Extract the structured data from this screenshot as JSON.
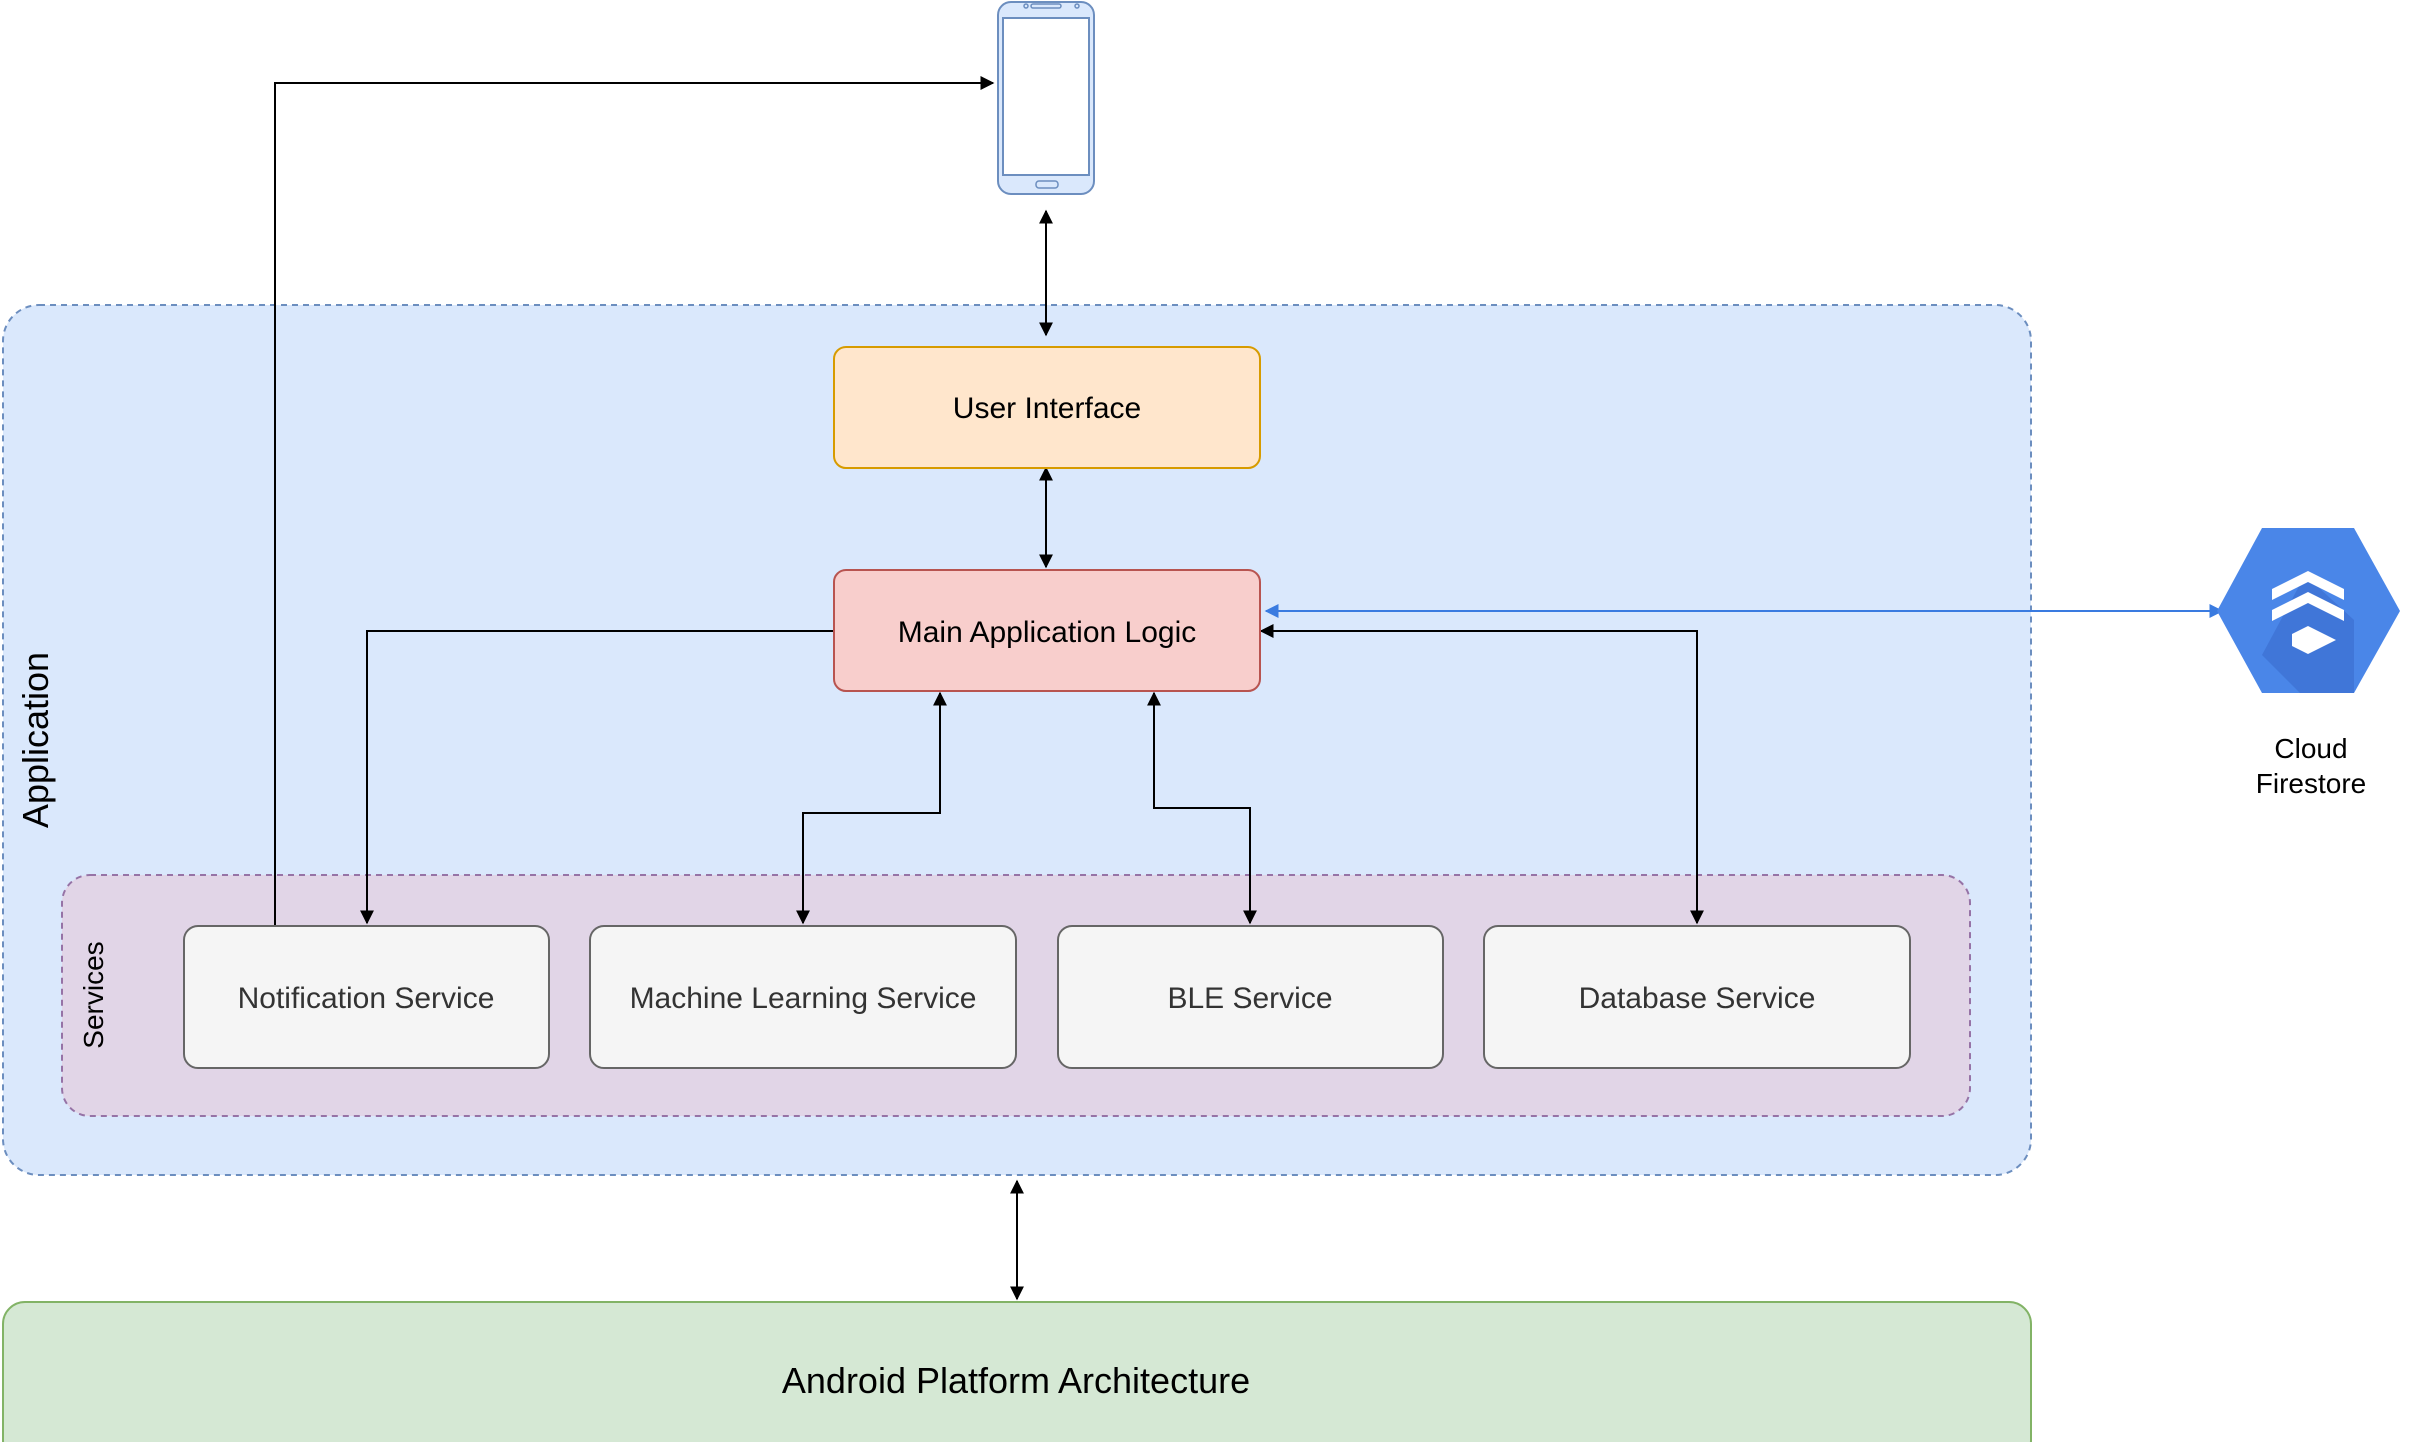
{
  "diagram": {
    "phone": {
      "icon": "smartphone-icon"
    },
    "application": {
      "label": "Application"
    },
    "user_interface": {
      "label": "User Interface"
    },
    "main_logic": {
      "label": "Main Application Logic"
    },
    "services": {
      "label": "Services",
      "items": [
        {
          "label": "Notification Service"
        },
        {
          "label": "Machine Learning Service"
        },
        {
          "label": "BLE Service"
        },
        {
          "label": "Database Service"
        }
      ]
    },
    "android": {
      "label": "Android Platform Architecture"
    },
    "cloud": {
      "icon": "cloud-firestore-icon",
      "label_line1": "Cloud",
      "label_line2": "Firestore"
    }
  },
  "colors": {
    "application_fill": "#dae8fc",
    "application_stroke": "#6c8ebf",
    "ui_fill": "#ffe6cc",
    "ui_stroke": "#d79b00",
    "logic_fill": "#f8cecc",
    "logic_stroke": "#b85450",
    "services_fill": "#e1d5e7",
    "services_stroke": "#9673a6",
    "service_fill": "#f5f5f5",
    "service_stroke": "#666666",
    "android_fill": "#d5e8d4",
    "android_stroke": "#82b366",
    "firestore_blue": "#4a86e8",
    "firestore_link": "#3a7be0"
  }
}
